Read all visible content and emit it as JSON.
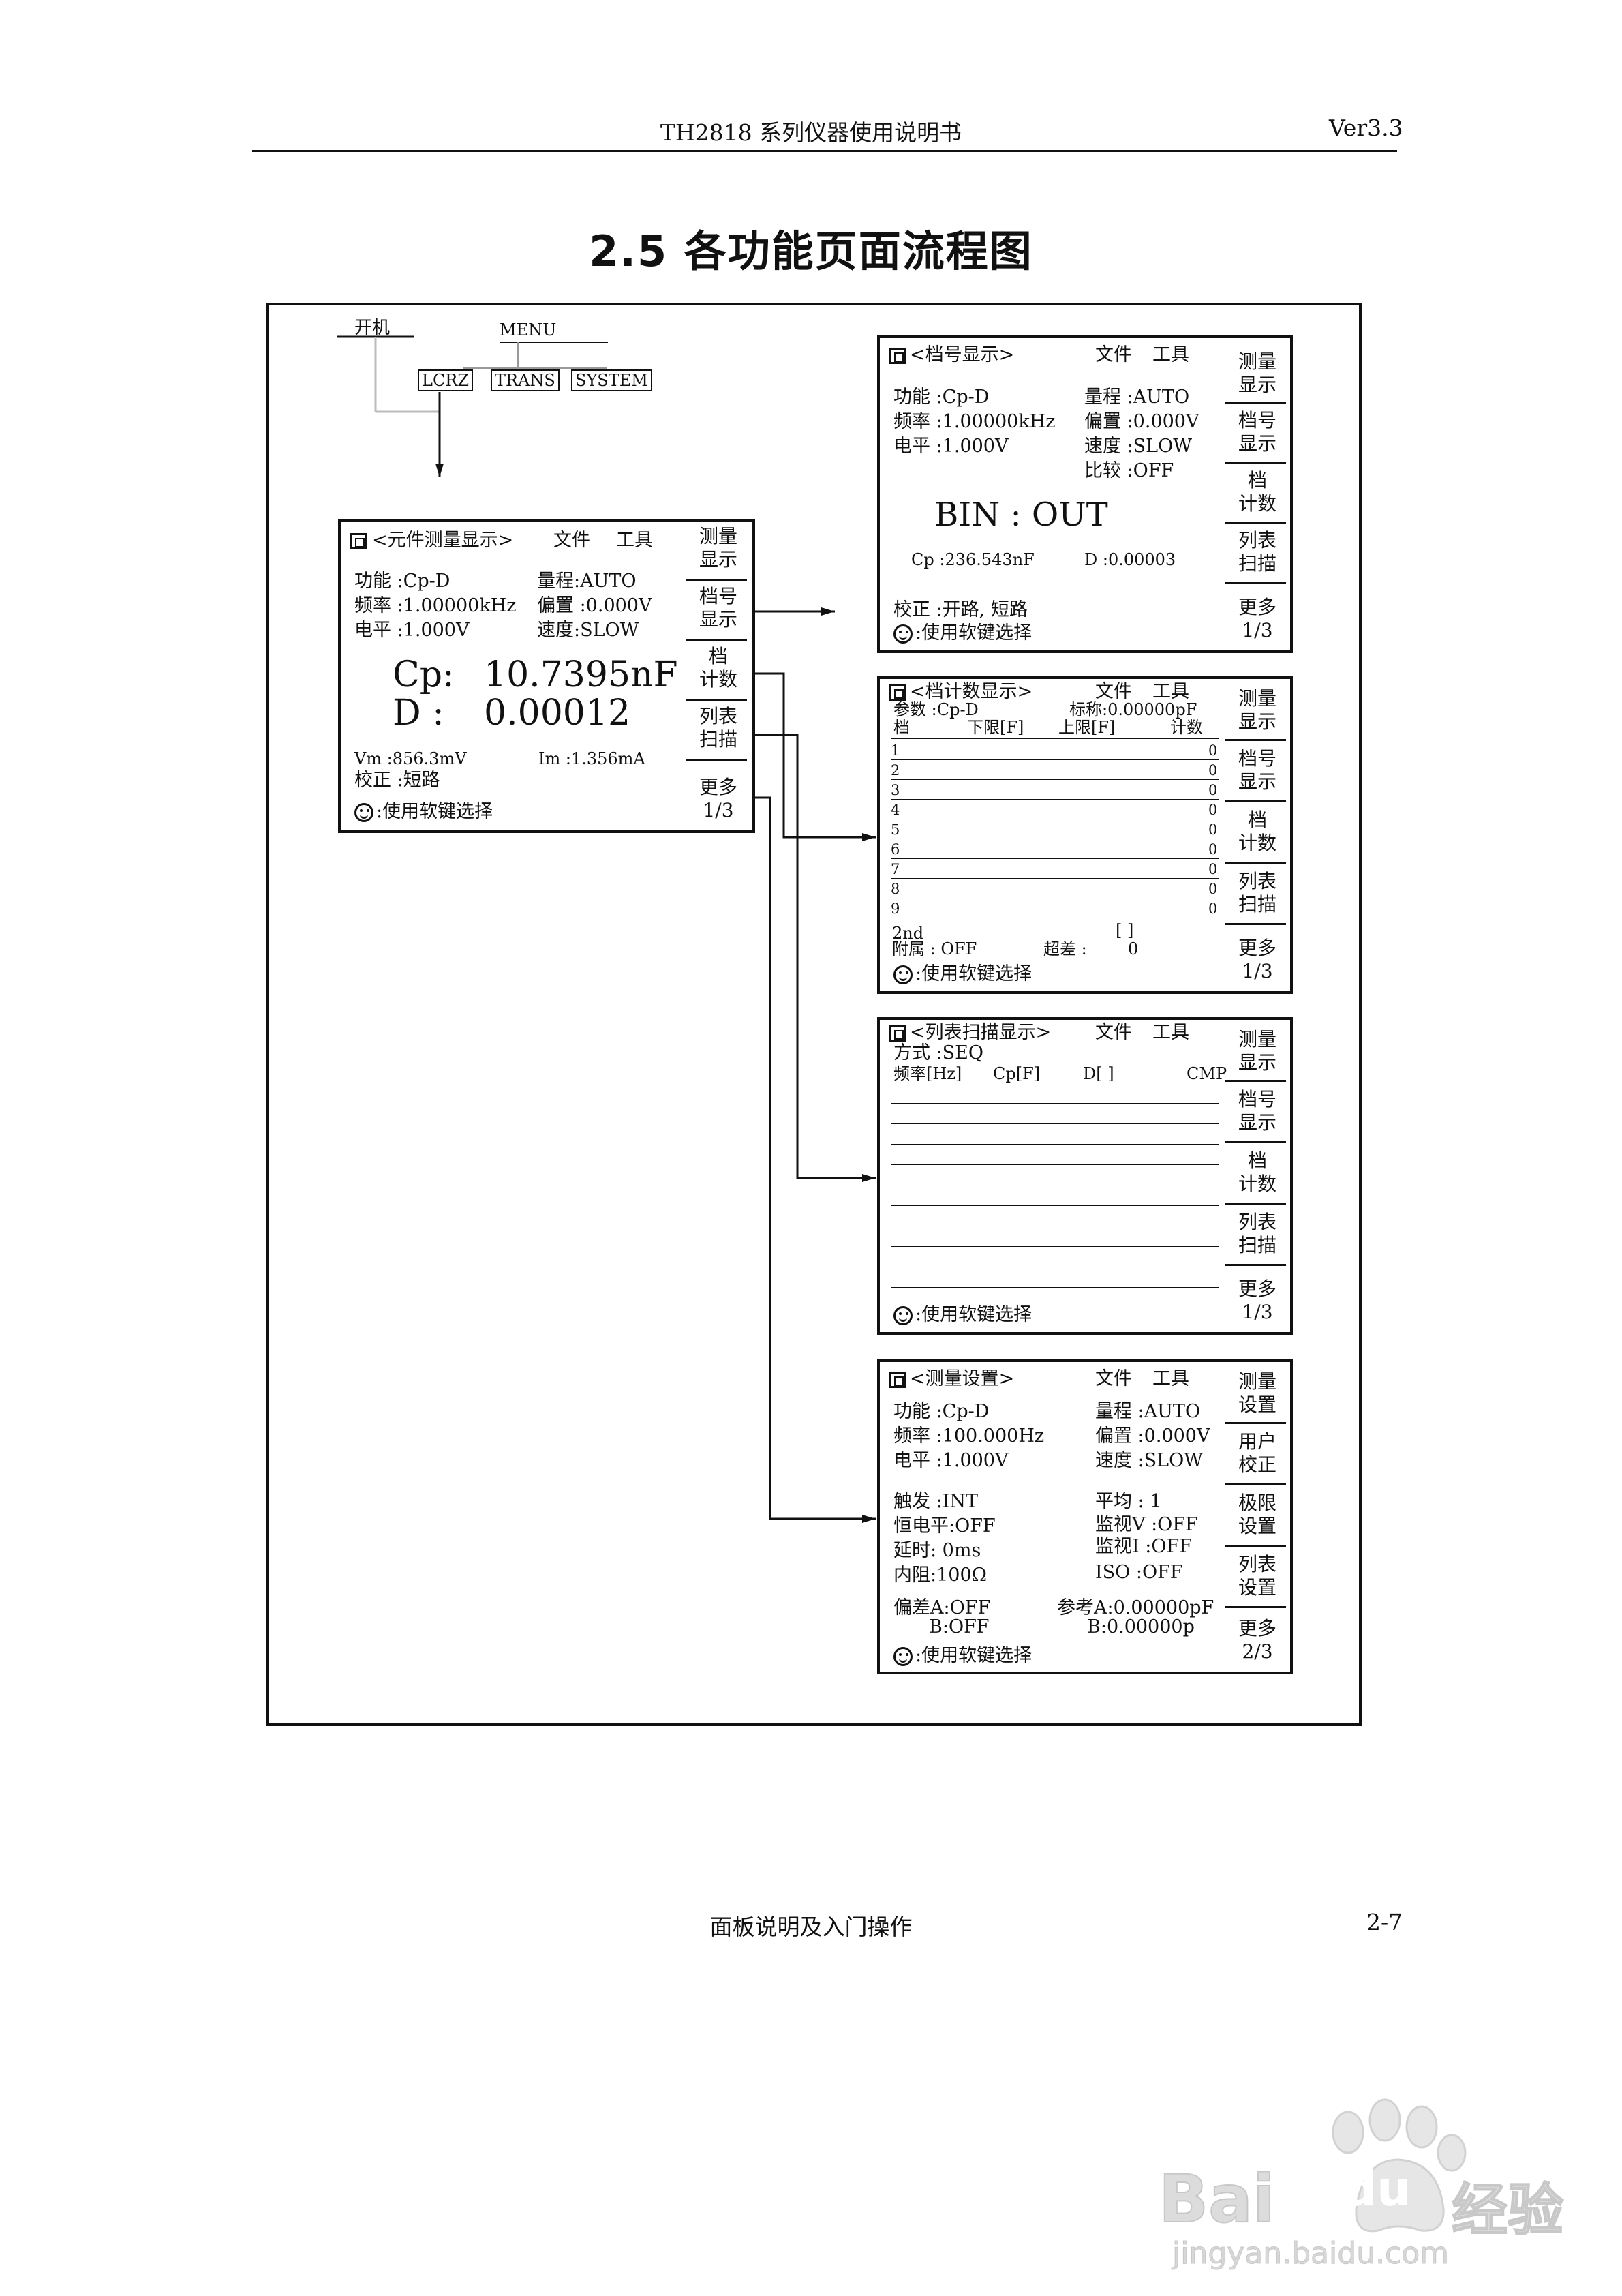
{
  "header": {
    "title": "TH2818 系列仪器使用说明书",
    "version": "Ver3.3"
  },
  "section_title": "2.5 各功能页面流程图",
  "flow": {
    "power_on": "开机",
    "menu": "MENU",
    "menu_items": [
      "LCRZ",
      "TRANS",
      "SYSTEM"
    ]
  },
  "common": {
    "file": "文件",
    "tools": "工具",
    "softkey_hint": ":使用软键选择"
  },
  "main_panel": {
    "title": "<元件测量显示>",
    "rows": [
      {
        "l": "功能 :Cp-D",
        "r": "量程:AUTO"
      },
      {
        "l": "频率 :1.00000kHz",
        "r": "偏置 :0.000V"
      },
      {
        "l": "电平 :1.000V",
        "r": "速度:SLOW"
      }
    ],
    "big1_label": "Cp:",
    "big1_value": "10.7395nF",
    "big2_label": "D :",
    "big2_value": "0.00012",
    "vm": "Vm  :856.3mV",
    "im": "Im  :1.356mA",
    "corr": "校正 :短路",
    "softkeys": [
      [
        "测量",
        "显示"
      ],
      [
        "档号",
        "显示"
      ],
      [
        "档",
        "计数"
      ],
      [
        "列表",
        "扫描"
      ],
      [
        "更多",
        "1/3"
      ]
    ]
  },
  "bin_panel": {
    "title": "<档号显示>",
    "rows": [
      {
        "l": "功能 :Cp-D",
        "r": "量程 :AUTO"
      },
      {
        "l": "频率 :1.00000kHz",
        "r": "偏置 :0.000V"
      },
      {
        "l": "电平 :1.000V",
        "r": "速度 :SLOW"
      },
      {
        "l": "",
        "r": "比较 :OFF"
      }
    ],
    "bin_out": "BIN : OUT",
    "cp": "Cp  :236.543nF",
    "d": "D :0.00003",
    "corr": "校正 :开路, 短路",
    "softkeys": [
      [
        "测量",
        "显示"
      ],
      [
        "档号",
        "显示"
      ],
      [
        "档",
        "计数"
      ],
      [
        "列表",
        "扫描"
      ],
      [
        "更多",
        "1/3"
      ]
    ]
  },
  "count_panel": {
    "title": "<档计数显示>",
    "param": "参数 :Cp-D",
    "nominal": "标称:0.00000pF",
    "headers": [
      "档",
      "下限[F]",
      "上限[F]",
      "计数"
    ],
    "rows": [
      [
        "1",
        "0"
      ],
      [
        "2",
        "0"
      ],
      [
        "3",
        "0"
      ],
      [
        "4",
        "0"
      ],
      [
        "5",
        "0"
      ],
      [
        "6",
        "0"
      ],
      [
        "7",
        "0"
      ],
      [
        "8",
        "0"
      ],
      [
        "9",
        "0"
      ]
    ],
    "second": "2nd",
    "bracket": "[  ]",
    "aux": "附属 : OFF",
    "over": "超差 :",
    "over_val": "0",
    "softkeys": [
      [
        "测量",
        "显示"
      ],
      [
        "档号",
        "显示"
      ],
      [
        "档",
        "计数"
      ],
      [
        "列表",
        "扫描"
      ],
      [
        "更多",
        "1/3"
      ]
    ]
  },
  "list_panel": {
    "title": "<列表扫描显示>",
    "mode": "方式 :SEQ",
    "headers": [
      "频率[Hz]",
      "Cp[F]",
      "D[ ]",
      "CMP"
    ],
    "softkeys": [
      [
        "测量",
        "显示"
      ],
      [
        "档号",
        "显示"
      ],
      [
        "档",
        "计数"
      ],
      [
        "列表",
        "扫描"
      ],
      [
        "更多",
        "1/3"
      ]
    ]
  },
  "setup_panel": {
    "title": "<测量设置>",
    "rows": [
      {
        "l": "功能 :Cp-D",
        "r": "量程 :AUTO"
      },
      {
        "l": "频率 :100.000Hz",
        "r": "偏置 :0.000V"
      },
      {
        "l": "电平 :1.000V",
        "r": "速度 :SLOW"
      },
      {
        "l": "触发 :INT",
        "r": "平均  : 1"
      },
      {
        "l": "恒电平:OFF",
        "r": "监视V :OFF"
      },
      {
        "l": "延时: 0ms",
        "r": "监视I :OFF"
      },
      {
        "l": "内阻:100Ω",
        "r": "ISO  :OFF"
      },
      {
        "l": "偏差A:OFF",
        "r": "参考A:0.00000pF"
      },
      {
        "l": "B:OFF",
        "r": "B:0.00000p"
      }
    ],
    "softkeys": [
      [
        "测量",
        "设置"
      ],
      [
        "用户",
        "校正"
      ],
      [
        "极限",
        "设置"
      ],
      [
        "列表",
        "设置"
      ],
      [
        "更多",
        "2/3"
      ]
    ]
  },
  "footer": {
    "text": "面板说明及入门操作",
    "page": "2-7"
  },
  "watermark": {
    "brand": "Bai",
    "brand2": "du",
    "suffix": "经验",
    "url": "jingyan.baidu.com"
  }
}
